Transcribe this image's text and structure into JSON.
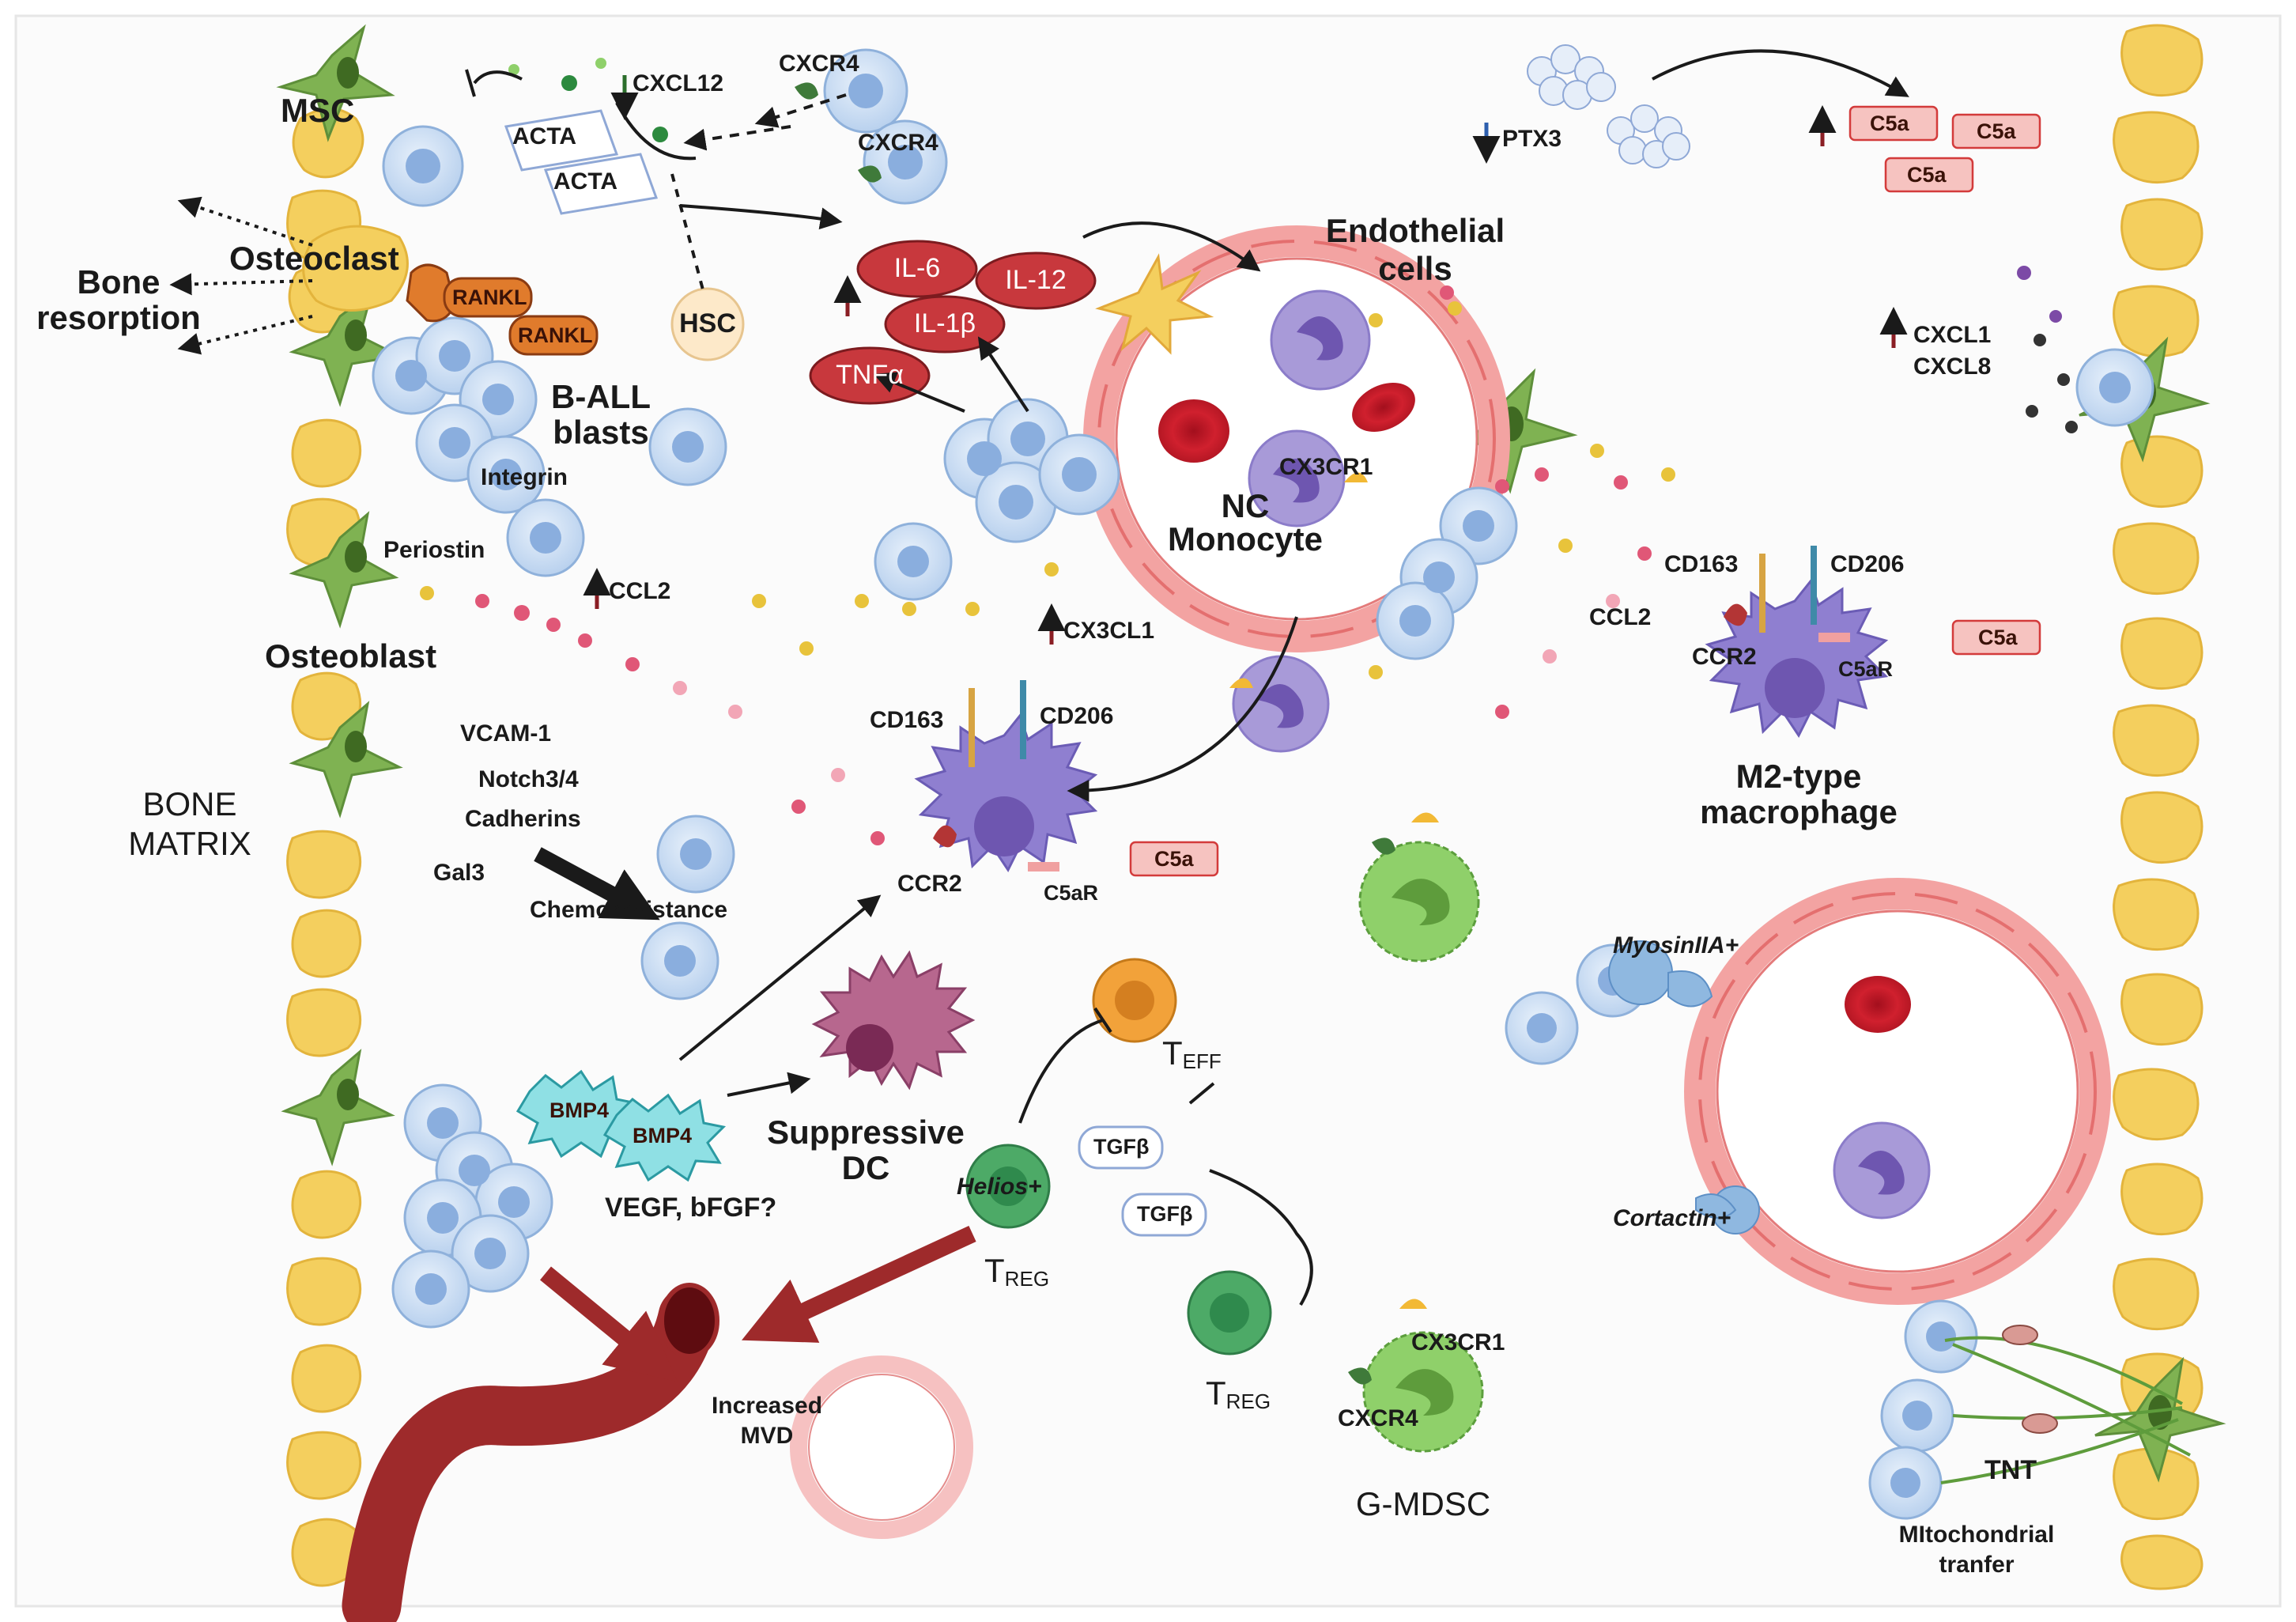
{
  "diagram": {
    "labels": {
      "msc": "MSC",
      "cxcl12": "CXCL12",
      "cxcr4_a": "CXCR4",
      "cxcr4_b": "CXCR4",
      "acta_a": "ACTA",
      "acta_b": "ACTA",
      "osteoclast": "Osteoclast",
      "bone_resorption_l1": "Bone",
      "bone_resorption_l2": "resorption",
      "rankl_a": "RANKL",
      "rankl_b": "RANKL",
      "hsc": "HSC",
      "ball_l1": "B-ALL",
      "ball_l2": "blasts",
      "integrin": "Integrin",
      "periostin": "Periostin",
      "ccl2_left": "CCL2",
      "osteoblast": "Osteoblast",
      "vcam1": "VCAM-1",
      "notch": "Notch3/4",
      "cadherins": "Cadherins",
      "gal3": "Gal3",
      "bone_matrix_l1": "BONE",
      "bone_matrix_l2": "MATRIX",
      "chemoresistance": "Chemoresistance",
      "il6": "IL-6",
      "il12": "IL-12",
      "il1b": "IL-1β",
      "tnfa": "TNFα",
      "endothelial_l1": "Endothelial",
      "endothelial_l2": "cells",
      "cx3cr1_mono": "CX3CR1",
      "nc_monocyte_l1": "NC",
      "nc_monocyte_l2": "Monocyte",
      "cx3cl1": "CX3CL1",
      "cd163_center": "CD163",
      "cd206_center": "CD206",
      "ccr2_center": "CCR2",
      "c5ar_center": "C5aR",
      "c5a_center": "C5a",
      "ptx3": "PTX3",
      "c5a_top1": "C5a",
      "c5a_top2": "C5a",
      "c5a_top3": "C5a",
      "cxcl1": "CXCL1",
      "cxcl8": "CXCL8",
      "cd163_right": "CD163",
      "cd206_right": "CD206",
      "ccl2_right": "CCL2",
      "ccr2_right": "CCR2",
      "c5ar_right": "C5aR",
      "c5a_right": "C5a",
      "m2_l1": "M2-type",
      "m2_l2": "macrophage",
      "myosin": "MyosinIIA+",
      "cortactin": "Cortactin+",
      "bmp4_a": "BMP4",
      "bmp4_b": "BMP4",
      "suppressive_l1": "Suppressive",
      "suppressive_l2": "DC",
      "teff_main": "T",
      "teff_sub": "EFF",
      "helios": "Helios+",
      "tgfb_a": "TGFβ",
      "tgfb_b": "TGFβ",
      "treg1_main": "T",
      "treg1_sub": "REG",
      "treg2_main": "T",
      "treg2_sub": "REG",
      "vegf": "VEGF, bFGF?",
      "mvd_l1": "Increased",
      "mvd_l2": "MVD",
      "cx3cr1_gmdsc": "CX3CR1",
      "cxcr4_gmdsc": "CXCR4",
      "gmdsc": "G-MDSC",
      "tnt": "TNT",
      "mito_l1": "MItochondrial",
      "mito_l2": "tranfer"
    },
    "colors": {
      "stromal_yellow": "#f4cf5e",
      "msc_green": "#7fb252",
      "blast_blue": "#cfe0f3",
      "cytokine_red": "#c8383d",
      "vessel_pink": "#f6b9b8",
      "macrophage_purple": "#8f7fd0",
      "treg_green": "#4daa67",
      "teff_orange": "#f2a23a",
      "gmdsc_green": "#8fd06a",
      "bmp4_teal": "#8fe0e4",
      "rankl_orange": "#e07b2c",
      "arrow_darkred": "#9e2a2b"
    }
  }
}
